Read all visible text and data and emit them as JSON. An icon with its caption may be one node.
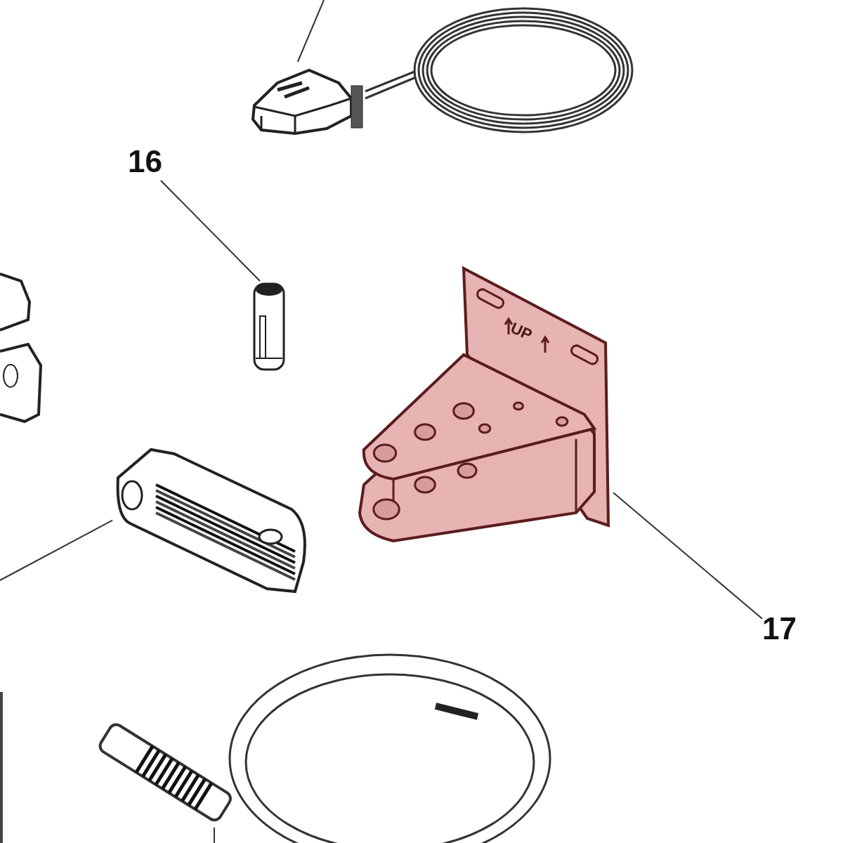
{
  "diagram": {
    "nodes": [
      {
        "text": [],
        "shape": "picture"
      },
      {
        "text": [
          "16"
        ]
      },
      {
        "text": [],
        "shape": "picture"
      },
      {
        "text": [],
        "shape": "picture"
      },
      {
        "text": [],
        "shape": "picture"
      },
      {
        "text": [
          "17"
        ]
      }
    ],
    "edges": [
      {
        "from": 1,
        "to": 2,
        "arrow": "none"
      },
      {
        "from": 5,
        "to": 3,
        "arrow": "none"
      },
      {
        "from": null,
        "to": 0,
        "arrow": "none"
      },
      {
        "from": null,
        "to": 4,
        "arrow": "none"
      }
    ],
    "labels": [
      "UP"
    ]
  }
}
